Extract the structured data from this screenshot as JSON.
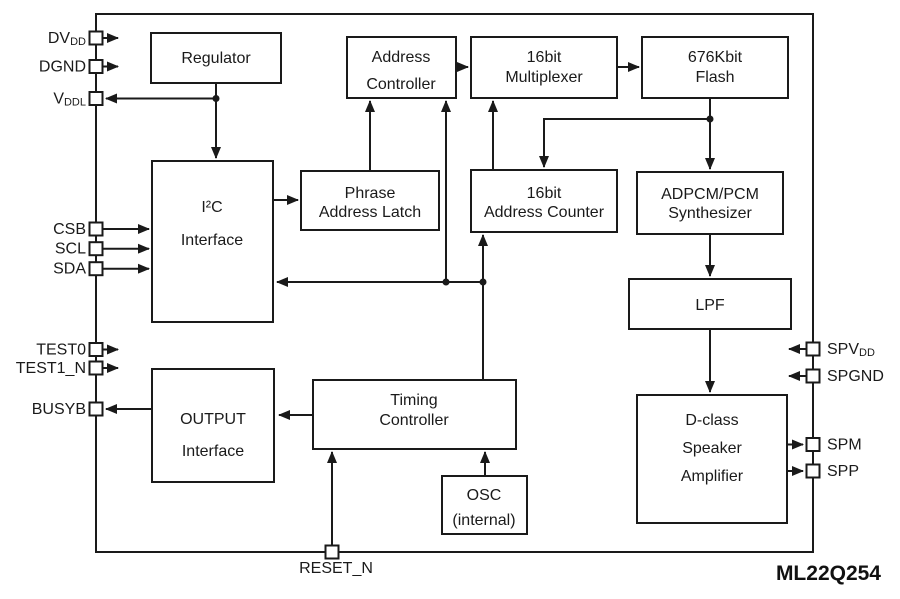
{
  "chip_label": "ML22Q254",
  "colors": {
    "line": "#1a1a1a",
    "background": "#ffffff",
    "block_fill": "#ffffff"
  },
  "blocks": {
    "regulator": {
      "lines": [
        "Regulator"
      ]
    },
    "address_controller": {
      "lines": [
        "Address",
        "Controller"
      ]
    },
    "multiplexer": {
      "lines": [
        "16bit",
        "Multiplexer"
      ]
    },
    "flash": {
      "lines": [
        "676Kbit",
        "Flash"
      ]
    },
    "i2c": {
      "lines": [
        "I²C",
        "Interface"
      ]
    },
    "phrase_latch": {
      "lines": [
        "Phrase",
        "Address Latch"
      ]
    },
    "address_counter": {
      "lines": [
        "16bit",
        "Address Counter"
      ]
    },
    "adpcm": {
      "lines": [
        "ADPCM/PCM",
        "Synthesizer"
      ]
    },
    "lpf": {
      "lines": [
        "LPF"
      ]
    },
    "output_interface": {
      "lines": [
        "OUTPUT",
        "Interface"
      ]
    },
    "timing_controller": {
      "lines": [
        "Timing",
        "Controller"
      ]
    },
    "osc": {
      "lines": [
        "OSC",
        "(internal)"
      ]
    },
    "dclass": {
      "lines": [
        "D-class",
        "Speaker",
        "Amplifier"
      ]
    }
  },
  "pins": {
    "dvdd": {
      "main": "DV",
      "sub": "DD"
    },
    "dgnd": {
      "main": "DGND"
    },
    "vddl": {
      "main": "V",
      "sub": "DDL"
    },
    "csb": {
      "main": "CSB"
    },
    "scl": {
      "main": "SCL"
    },
    "sda": {
      "main": "SDA"
    },
    "test0": {
      "main": "TEST0"
    },
    "test1_n": {
      "main": "TEST1_N"
    },
    "busyb": {
      "main": "BUSYB"
    },
    "reset_n": {
      "main": "RESET_N"
    },
    "spvdd": {
      "main": "SPV",
      "sub": "DD"
    },
    "spgnd": {
      "main": "SPGND"
    },
    "spm": {
      "main": "SPM"
    },
    "spp": {
      "main": "SPP"
    }
  }
}
